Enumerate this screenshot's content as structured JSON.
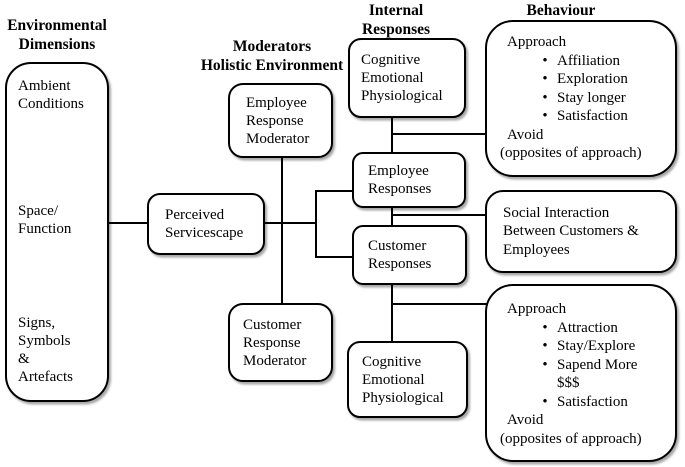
{
  "colors": {
    "ink": "#000000",
    "paper": "#ffffff"
  },
  "glyphs": {
    "bullet": "•"
  },
  "headers": {
    "environmental_dimensions": "Environmental\nDimensions",
    "moderators_holistic": "Moderators\nHolistic Environment",
    "internal_responses": "Internal\nResponses",
    "behaviour": "Behaviour"
  },
  "environmental_dimensions": {
    "ambient": "Ambient\nConditions",
    "space_function": "Space/\nFunction",
    "signs_symbols_artefacts": "Signs,\nSymbols\n&\nArtefacts"
  },
  "perceived_servicescape": {
    "label": "Perceived\nServicescape"
  },
  "moderators": {
    "employee_response_moderator": "Employee\nResponse\nModerator",
    "customer_response_moderator": "Customer\nResponse\nModerator"
  },
  "internal_responses": {
    "employee_internal": "Cognitive\nEmotional\nPhysiological",
    "employee_responses": "Employee\nResponses",
    "customer_responses": "Customer\nResponses",
    "customer_internal": "Cognitive\nEmotional\nPhysiological"
  },
  "behaviour": {
    "employee_behaviour": {
      "approach": "Approach",
      "bullets": [
        "Affiliation",
        "Exploration",
        "Stay longer",
        "Satisfaction"
      ],
      "avoid": "Avoid",
      "avoid_note": "(opposites of approach)"
    },
    "social_interaction": "Social Interaction\nBetween Customers &\nEmployees",
    "customer_behaviour": {
      "approach": "Approach",
      "bullets": [
        "Attraction",
        "Stay/Explore",
        "Sapend More\n$$$",
        "Satisfaction"
      ],
      "avoid": "Avoid",
      "avoid_note": "(opposites of approach)"
    }
  }
}
